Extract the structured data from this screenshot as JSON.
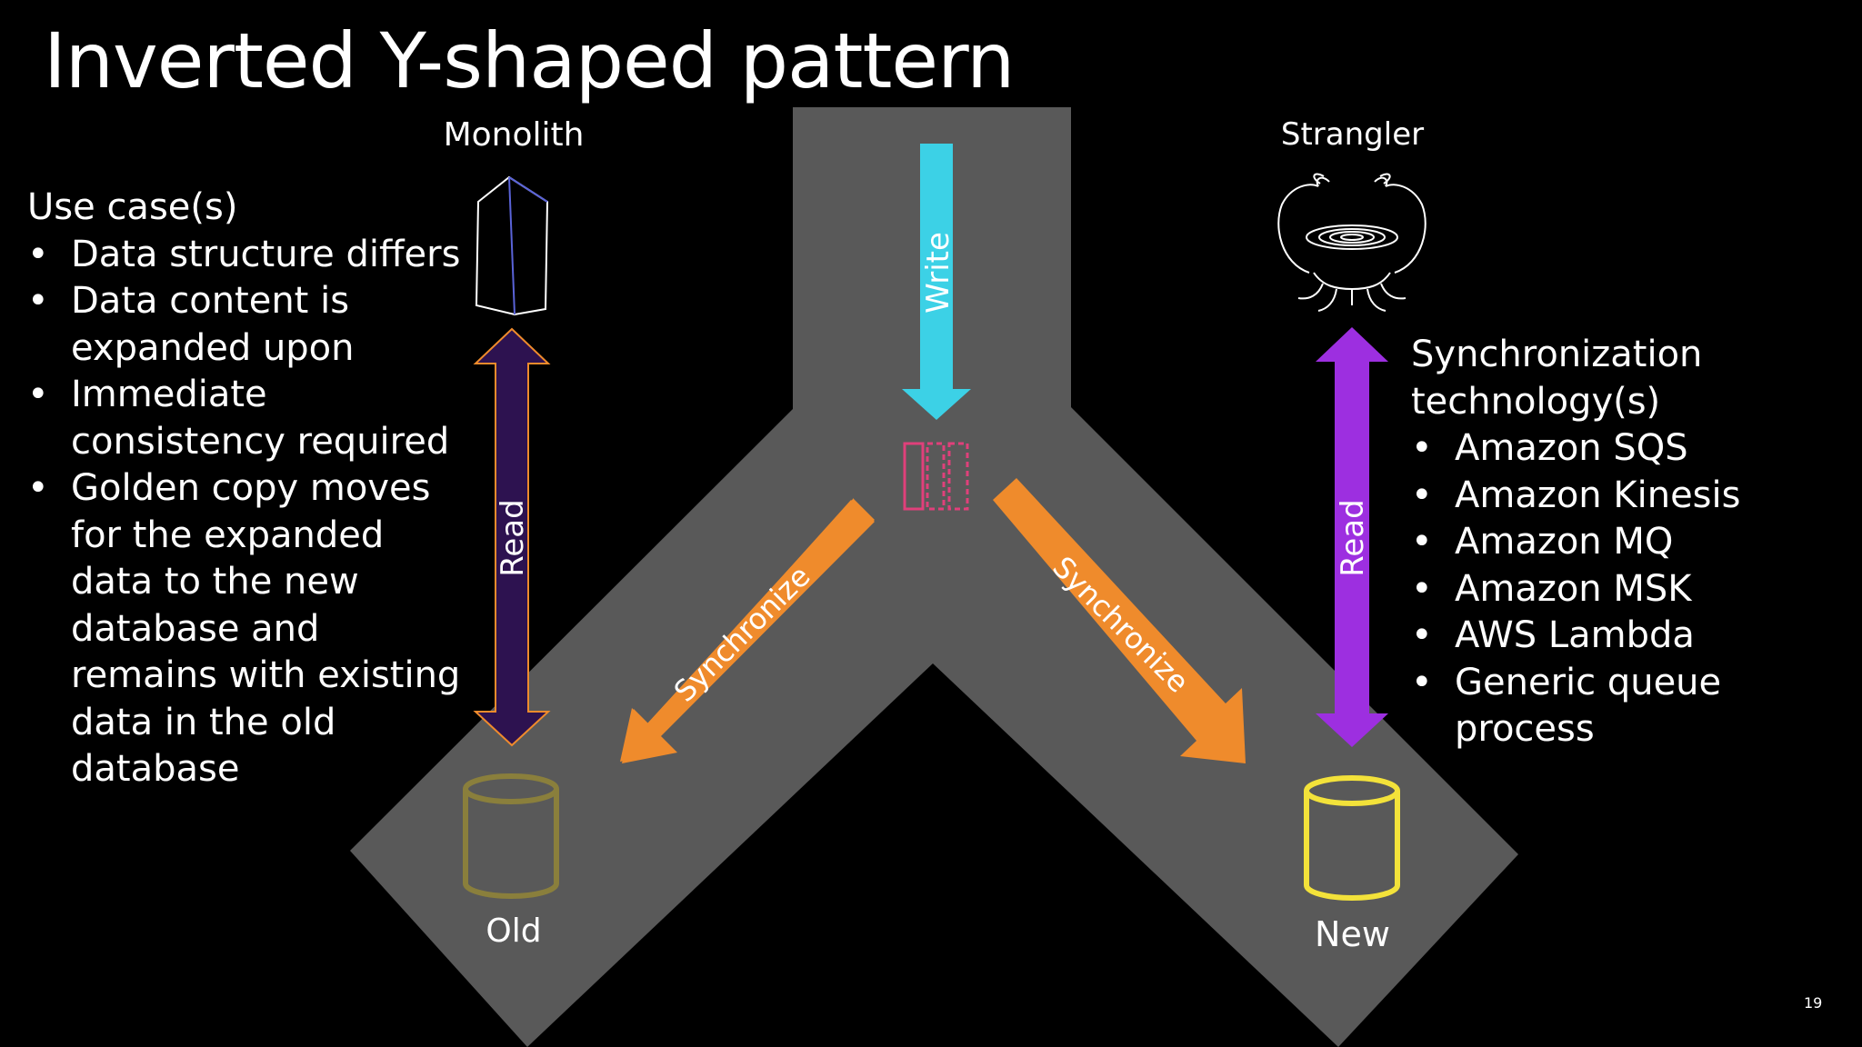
{
  "slide": {
    "title": "Inverted Y-shaped pattern",
    "page_number": "19"
  },
  "left_panel": {
    "heading": "Use case(s)",
    "bullets": [
      "Data structure differs",
      "Data content is expanded upon",
      "Immediate consistency required",
      "Golden copy moves for the expanded data to the new database and remains with existing data in the old database"
    ]
  },
  "right_panel": {
    "heading": "Synchronization technology(s)",
    "bullets": [
      "Amazon SQS",
      "Amazon Kinesis",
      "Amazon MQ",
      "Amazon MSK",
      "AWS Lambda",
      "Generic queue process"
    ]
  },
  "diagram": {
    "monolith_label": "Monolith",
    "strangler_label": "Strangler",
    "write_label": "Write",
    "read_left_label": "Read",
    "read_right_label": "Read",
    "sync_left_label": "Synchronize",
    "sync_right_label": "Synchronize",
    "old_db_label": "Old",
    "new_db_label": "New",
    "colors": {
      "y_shape": "#595959",
      "write_arrow": "#3cd1e6",
      "sync_arrow": "#ef8b2c",
      "read_left_arrow": "#2d1250",
      "read_right_arrow": "#9d2fe0",
      "old_db": "#8a7f3c",
      "new_db": "#f3e23a",
      "queue": "#e0407a",
      "monolith": "#5a63d8"
    }
  }
}
